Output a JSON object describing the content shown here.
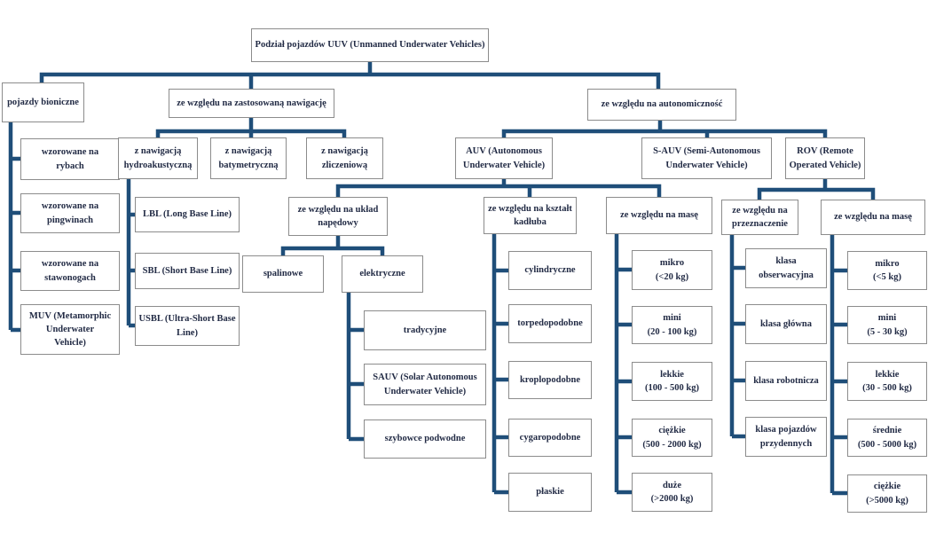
{
  "diagram_title": "Podział pojazdów UUV (Unmanned Underwater Vehicles)",
  "colors": {
    "line": "#1f4e79",
    "box_border": "#8c8c8c",
    "text": "#222b45",
    "background": "#ffffff"
  },
  "nodes": {
    "title": {
      "lines": [
        "Podział pojazdów UUV (Unmanned Underwater Vehicles)"
      ]
    },
    "bioniczne": {
      "lines": [
        "pojazdy bioniczne"
      ]
    },
    "rybach": {
      "lines": [
        "wzorowane na",
        "rybach"
      ]
    },
    "pingwinach": {
      "lines": [
        "wzorowane na",
        "pingwinach"
      ]
    },
    "stawonogach": {
      "lines": [
        "wzorowane na",
        "stawonogach"
      ]
    },
    "muv": {
      "lines": [
        "MUV (Metamorphic",
        "Underwater",
        "Vehicle)"
      ]
    },
    "nawigacja": {
      "lines": [
        "ze względu na zastosowaną nawigację"
      ]
    },
    "hydro": {
      "lines": [
        "z nawigacją",
        "hydroakustyczną"
      ]
    },
    "batym": {
      "lines": [
        "z nawigacją",
        "batymetryczną"
      ]
    },
    "zlicz": {
      "lines": [
        "z nawigacją",
        "zliczeniową"
      ]
    },
    "lbl": {
      "lines": [
        "LBL (Long Base Line)"
      ]
    },
    "sbl": {
      "lines": [
        "SBL (Short Base Line)"
      ]
    },
    "usbl": {
      "lines": [
        "USBL (Ultra-Short Base",
        "Line)"
      ]
    },
    "autonomia": {
      "lines": [
        "ze względu na autonomiczność"
      ]
    },
    "auv": {
      "lines": [
        "AUV (Autonomous",
        "Underwater Vehicle)"
      ]
    },
    "sauv": {
      "lines": [
        "S-AUV (Semi-Autonomous",
        "Underwater Vehicle)"
      ]
    },
    "rov": {
      "lines": [
        "ROV (Remote",
        "Operated Vehicle)"
      ]
    },
    "naped": {
      "lines": [
        "ze względu na układ",
        "napędowy"
      ]
    },
    "kadlub": {
      "lines": [
        "ze względu na kształt",
        "kadłuba"
      ]
    },
    "masa_auv": {
      "lines": [
        "ze względu na masę"
      ]
    },
    "przeznaczenie": {
      "lines": [
        "ze względu na",
        "przeznaczenie"
      ]
    },
    "masa_rov": {
      "lines": [
        "ze względu na masę"
      ]
    },
    "spalinowe": {
      "lines": [
        "spalinowe"
      ]
    },
    "elektryczne": {
      "lines": [
        "elektryczne"
      ]
    },
    "tradycyjne": {
      "lines": [
        "tradycyjne"
      ]
    },
    "sauv_solar": {
      "lines": [
        "SAUV (Solar Autonomous",
        "Underwater Vehicle)"
      ]
    },
    "szybowce": {
      "lines": [
        "szybowce podwodne"
      ]
    },
    "cylindryczne": {
      "lines": [
        "cylindryczne"
      ]
    },
    "torpedo": {
      "lines": [
        "torpedopodobne"
      ]
    },
    "kroplo": {
      "lines": [
        "kroplopodobne"
      ]
    },
    "cygaro": {
      "lines": [
        "cygaropodobne"
      ]
    },
    "plaskie": {
      "lines": [
        "płaskie"
      ]
    },
    "auv_mikro": {
      "lines": [
        "mikro",
        "(<20 kg)"
      ]
    },
    "auv_mini": {
      "lines": [
        "mini",
        "(20 - 100 kg)"
      ]
    },
    "auv_lekkie": {
      "lines": [
        "lekkie",
        "(100 - 500 kg)"
      ]
    },
    "auv_ciezkie": {
      "lines": [
        "ciężkie",
        "(500 - 2000 kg)"
      ]
    },
    "auv_duze": {
      "lines": [
        "duże",
        "(>2000 kg)"
      ]
    },
    "kl_obserw": {
      "lines": [
        "klasa",
        "obserwacyjna"
      ]
    },
    "kl_glowna": {
      "lines": [
        "klasa główna"
      ]
    },
    "kl_robot": {
      "lines": [
        "klasa robotnicza"
      ]
    },
    "kl_przyden": {
      "lines": [
        "klasa pojazdów",
        "przydennych"
      ]
    },
    "rov_mikro": {
      "lines": [
        "mikro",
        "(<5 kg)"
      ]
    },
    "rov_mini": {
      "lines": [
        "mini",
        "(5 - 30 kg)"
      ]
    },
    "rov_lekkie": {
      "lines": [
        "lekkie",
        "(30 - 500 kg)"
      ]
    },
    "rov_srednie": {
      "lines": [
        "średnie",
        "(500 - 5000 kg)"
      ]
    },
    "rov_ciezkie": {
      "lines": [
        "ciężkie",
        "(>5000 kg)"
      ]
    }
  }
}
